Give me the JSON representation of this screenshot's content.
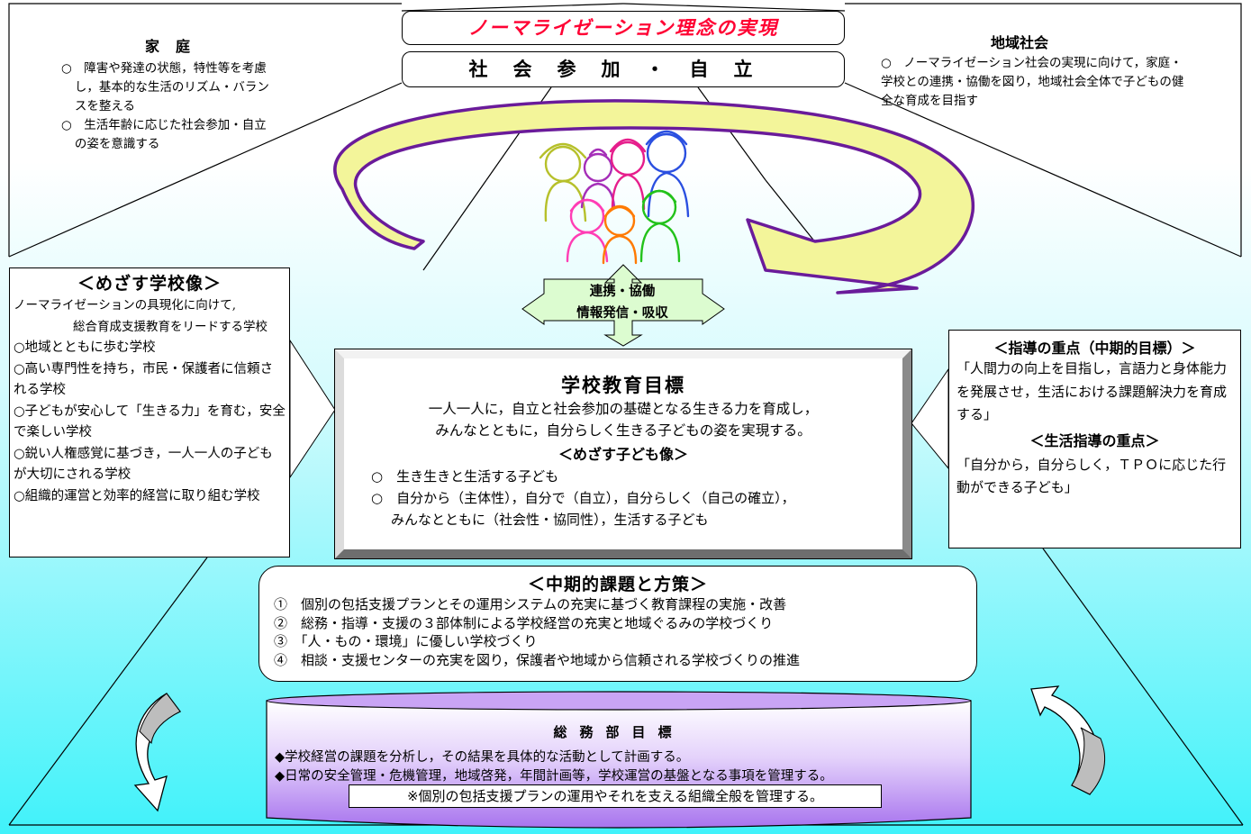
{
  "top": {
    "vision": "ノーマライゼーション理念の実現",
    "participation": "社会参加・自立"
  },
  "family": {
    "heading": "家庭",
    "items": [
      "○　障害や発達の状態，特性等を考慮し，基本的な生活のリズム・バランスを整える",
      "○　生活年齢に応じた社会参加・自立の姿を意識する"
    ]
  },
  "community": {
    "heading": "地域社会",
    "items": [
      "○　ノーマライゼーション社会の実現に向けて，家庭・学校との連携・協働を図り，地域社会全体で子どもの健全な育成を目指す"
    ]
  },
  "link": {
    "line1": "連携・協働",
    "line2": "情報発信・吸収"
  },
  "school_image": {
    "heading": "＜めざす学校像＞",
    "lead1": "ノーマライゼーションの具現化に向けて,",
    "lead2": "総合育成支援教育をリードする学校",
    "items": [
      "○地域とともに歩む学校",
      "○高い専門性を持ち，市民・保護者に信頼される学校",
      "○子どもが安心して「生きる力」を育む，安全で楽しい学校",
      "○鋭い人権感覚に基づき，一人一人の子どもが大切にされる学校",
      "○組織的運営と効率的経営に取り組む学校"
    ]
  },
  "guidance": {
    "heading1": "＜指導の重点（中期的目標）＞",
    "text1": "「人間力の向上を目指し，言語力と身体能力を発展させ，生活における課題解決力を育成する」",
    "heading2": "＜生活指導の重点＞",
    "text2": "「自分から，自分らしく，ＴＰＯに応じた行動ができる子ども」"
  },
  "goal": {
    "heading": "学校教育目標",
    "line1": "一人一人に，自立と社会参加の基礎となる生きる力を育成し，",
    "line2": "みんなとともに，自分らしく生きる子どもの姿を実現する。",
    "child_heading": "＜めざす子ども像＞",
    "child1": "○　生き生きと生活する子ども",
    "child2a": "○　自分から（主体性），自分で（自立），自分らしく（自己の確立），",
    "child2b": "みんなとともに（社会性・協同性），生活する子ども"
  },
  "midterm": {
    "heading": "＜中期的課題と方策＞",
    "items": [
      "①　個別の包括支援プランとその運用システムの充実に基づく教育課程の実施・改善",
      "②　総務・指導・支援の３部体制による学校経営の充実と地域ぐるみの学校づくり",
      "③　「人・もの・環境」に優しい学校づくり",
      "④　相談・支援センターの充実を図り，保護者や地域から信頼される学校づくりの推進"
    ]
  },
  "general_affairs": {
    "heading": "総務部目標",
    "item1": "◆学校経営の課題を分析し，その結果を具体的な活動として計画する。",
    "item2": "◆日常の安全管理・危機管理，地域啓発，年間計画等，学校運営の基盤となる事項を管理する。",
    "note": "※個別の包括支援プランの運用やそれを支える組織全般を管理する。"
  },
  "colors": {
    "title_red": "#ff0033",
    "arrow_fill": "#f3f59a",
    "arrow_stroke": "#6a1b9a",
    "link_arrow": "#dcfcd0",
    "cylinder_bottom": "#b07ef0",
    "background_bottom": "#40f2fa"
  }
}
